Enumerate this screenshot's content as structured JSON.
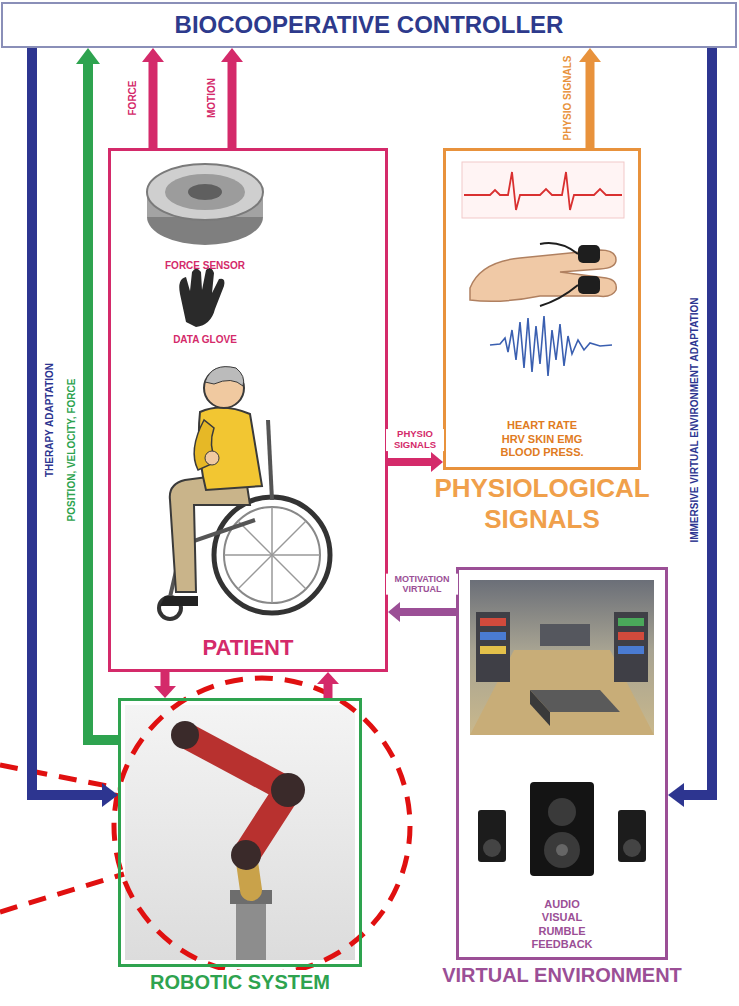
{
  "diagram": {
    "nodes": [
      {
        "text": [
          "BIOCOOPERATIVE CONTROLLER"
        ]
      },
      {
        "text": [
          "PATIENT"
        ]
      },
      {
        "text": [
          "HEART RATE HRV SKIN EMG BLOOD PRESS.",
          "PHYSIOLOGICAL SIGNALS"
        ]
      },
      {
        "text": [
          "ROBOTIC SYSTEM"
        ]
      },
      {
        "text": [
          "AUDIO VISUAL RUMBLE FEEDBACK",
          "VIRTUAL ENVIRONMENT"
        ]
      }
    ],
    "edges": [
      {
        "from": 1,
        "to": 0,
        "arrow": "to",
        "label": "FORCE"
      },
      {
        "from": 1,
        "to": 0,
        "arrow": "to",
        "label": "MOTION"
      },
      {
        "from": 2,
        "to": 0,
        "arrow": "to",
        "label": "PHYSIO SIGNALS"
      },
      {
        "from": 1,
        "to": 2,
        "arrow": "to",
        "label": "PHYSIO SIGNALS"
      },
      {
        "from": 4,
        "to": 1,
        "arrow": "to",
        "label": "MOTIVATION VIRTUAL"
      },
      {
        "from": 0,
        "to": 3,
        "arrow": "to",
        "label": "THERAPY ADAPTATION"
      },
      {
        "from": 3,
        "to": 0,
        "arrow": "to",
        "label": "POSITION, VELOCITY, FORCE"
      },
      {
        "from": 0,
        "to": 4,
        "arrow": "to",
        "label": "IMMERSIVE VIRTUAL ENVIRONMENT ADAPTATION"
      },
      {
        "from": 1,
        "to": 3,
        "arrow": "to"
      },
      {
        "from": 3,
        "to": 1,
        "arrow": "to"
      }
    ],
    "labels": [
      "FORCE SENSOR",
      "DATA GLOVE"
    ]
  }
}
